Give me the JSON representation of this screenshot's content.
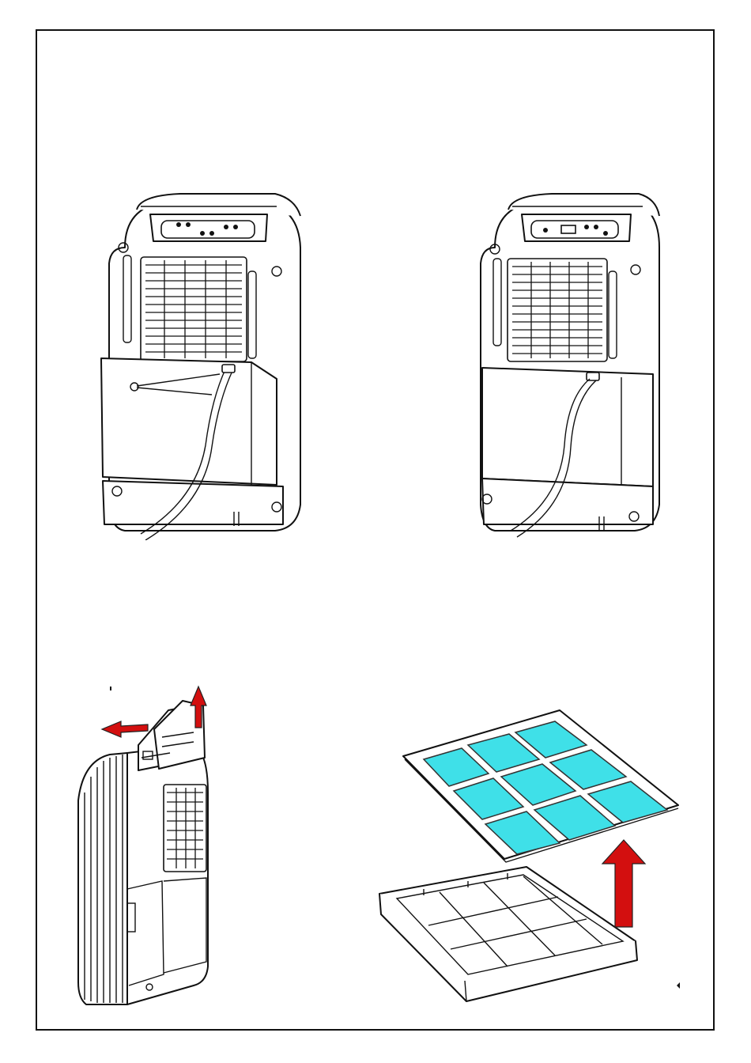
{
  "colors": {
    "filter_mesh": "#3fe0e8",
    "arrow": "#d30f0f",
    "line": "#111111",
    "background": "#ffffff"
  },
  "illustrations": [
    {
      "name": "dehumidifier-rear-with-tank-open-drain-hose",
      "icon": "dehumidifier-back-icon"
    },
    {
      "name": "dehumidifier-rear-with-tank-closed-drain-hose",
      "icon": "dehumidifier-back-icon"
    },
    {
      "name": "air-filter-removal-side-view",
      "icon": "dehumidifier-side-icon"
    },
    {
      "name": "filter-mesh-lifted-from-frame",
      "icon": "air-filter-icon"
    }
  ]
}
